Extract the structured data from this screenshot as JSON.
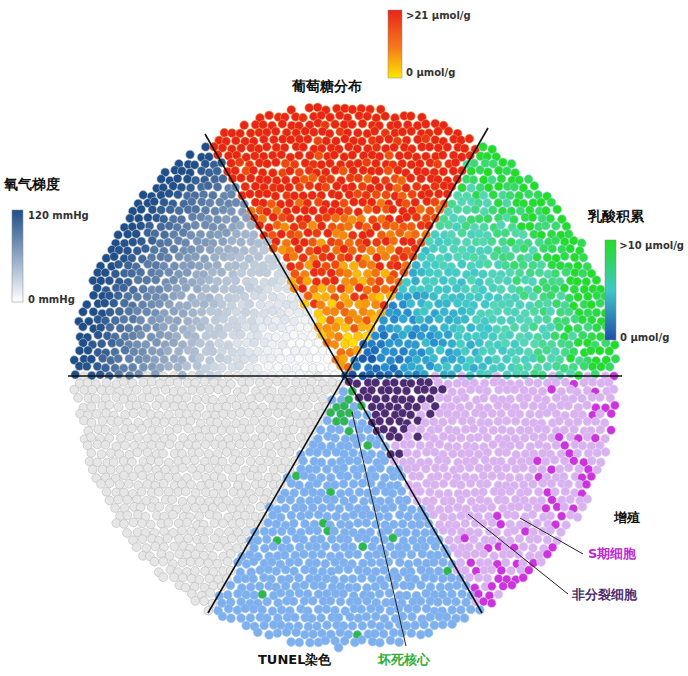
{
  "diagram": {
    "labels": [
      "葡萄糖分布",
      ">21 μmol/g",
      "0 μmol/g",
      "氧气梯度",
      "120 mmHg",
      "0 mmHg",
      "乳酸积累",
      ">10 μmol/g",
      "0 μmol/g",
      "增殖",
      "S期细胞",
      "非分裂细胞",
      "TUNEL染色",
      "坏死核心"
    ]
  }
}
